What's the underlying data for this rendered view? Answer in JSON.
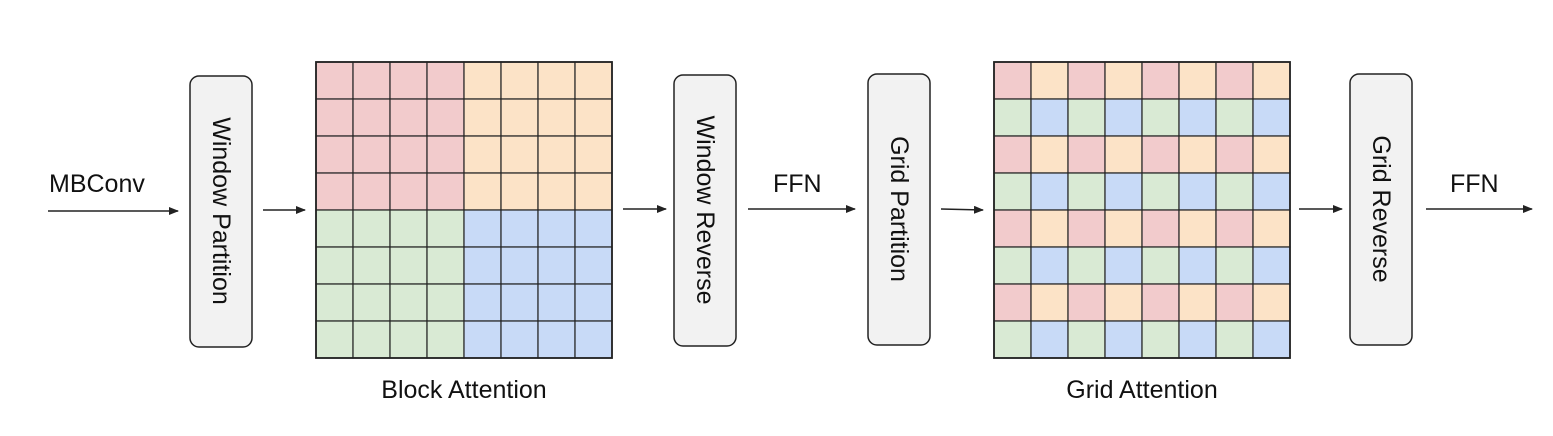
{
  "labels": {
    "mbconv": "MBConv",
    "window_partition": "Window Partition",
    "block_attention": "Block Attention",
    "window_reverse": "Window Reverse",
    "ffn_1": "FFN",
    "grid_partition": "Grid Partition",
    "grid_attention": "Grid Attention",
    "grid_reverse": "Grid Reverse",
    "ffn_2": "FFN"
  },
  "colors": {
    "red": "#f2cbcc",
    "orange": "#fce3c7",
    "green": "#d9ead4",
    "blue": "#c8daf7"
  },
  "grids": {
    "block_attention": {
      "rows": 8,
      "cols": 8,
      "pattern": "block"
    },
    "grid_attention": {
      "rows": 8,
      "cols": 8,
      "pattern": "grid"
    }
  }
}
